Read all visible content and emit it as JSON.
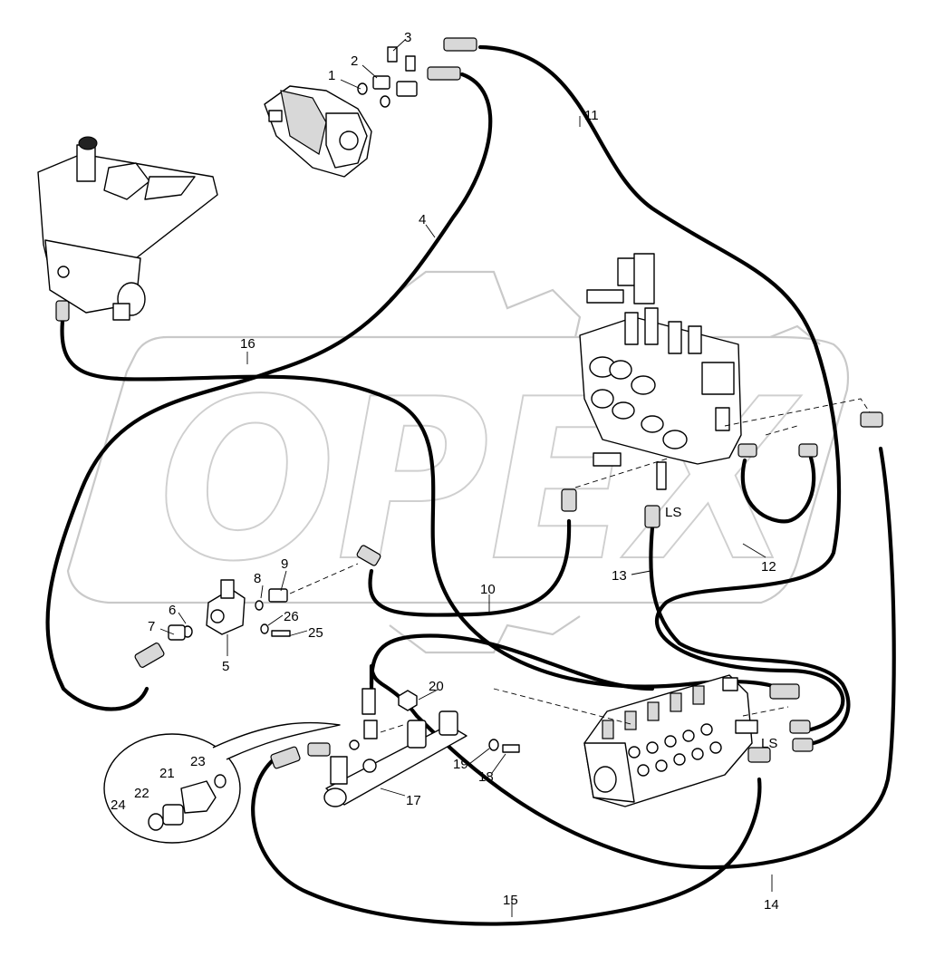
{
  "watermark": {
    "text": "OPEX"
  },
  "callouts": [
    {
      "id": "1",
      "text": "1"
    },
    {
      "id": "2",
      "text": "2"
    },
    {
      "id": "3",
      "text": "3"
    },
    {
      "id": "4",
      "text": "4"
    },
    {
      "id": "5",
      "text": "5"
    },
    {
      "id": "6",
      "text": "6"
    },
    {
      "id": "7",
      "text": "7"
    },
    {
      "id": "8",
      "text": "8"
    },
    {
      "id": "9",
      "text": "9"
    },
    {
      "id": "10",
      "text": "10"
    },
    {
      "id": "11",
      "text": "11"
    },
    {
      "id": "12",
      "text": "12"
    },
    {
      "id": "13",
      "text": "13"
    },
    {
      "id": "14",
      "text": "14"
    },
    {
      "id": "15",
      "text": "15"
    },
    {
      "id": "16",
      "text": "16"
    },
    {
      "id": "17",
      "text": "17"
    },
    {
      "id": "18",
      "text": "18"
    },
    {
      "id": "19",
      "text": "19"
    },
    {
      "id": "20",
      "text": "20"
    },
    {
      "id": "21",
      "text": "21"
    },
    {
      "id": "22",
      "text": "22"
    },
    {
      "id": "23",
      "text": "23"
    },
    {
      "id": "24",
      "text": "24"
    },
    {
      "id": "25",
      "text": "25"
    },
    {
      "id": "26",
      "text": "26"
    }
  ],
  "port_labels": {
    "ls_upper": "LS",
    "ls_lower": "LS"
  }
}
